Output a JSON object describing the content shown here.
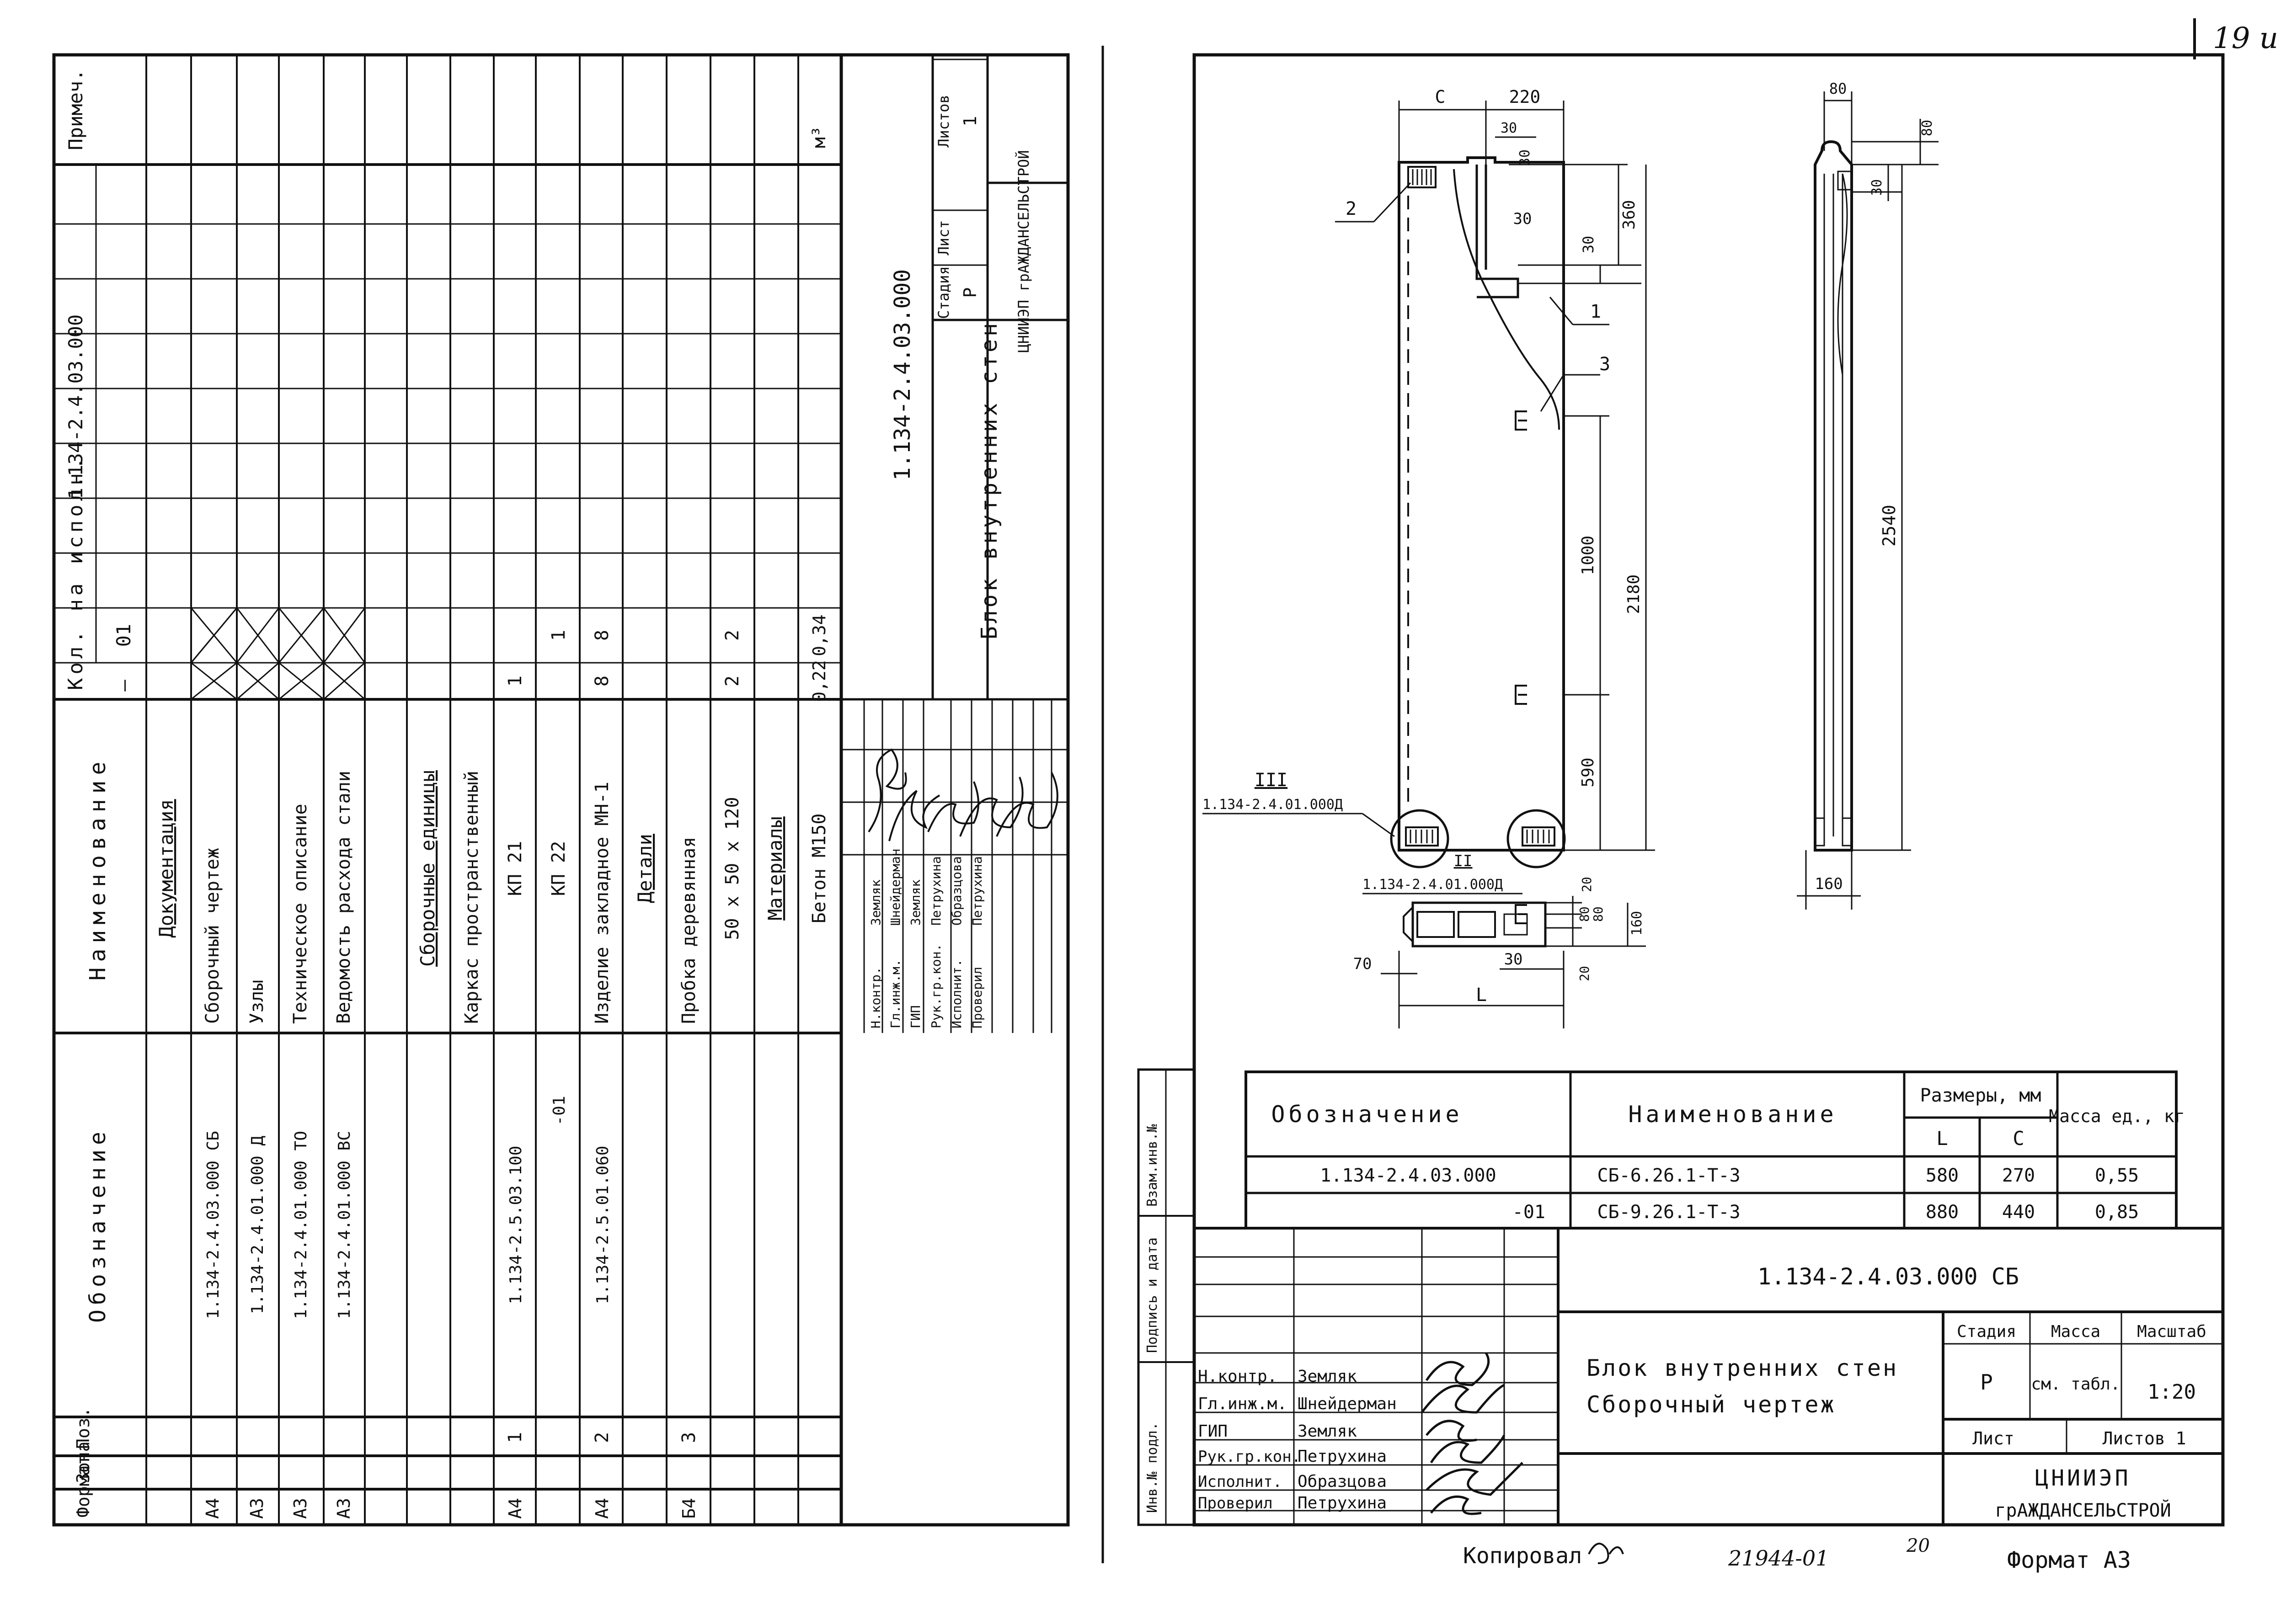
{
  "page_no": "19 u",
  "left_sheet": {
    "headers": {
      "format": "Формат",
      "zone": "Зона",
      "pos": "Поз.",
      "designation": "Обозначение",
      "name": "Наименование",
      "qty_title": "Кол. на исполн.",
      "qty_dash": "—",
      "qty_01": "01",
      "qty_code": "1.134-2.4.03.000",
      "note": "Примеч."
    },
    "rows": [
      {
        "fmt": "",
        "pos": "",
        "des": "",
        "name": "Документация",
        "q0": "",
        "q1": ""
      },
      {
        "fmt": "А4",
        "pos": "",
        "des": "1.134-2.4.03.000 СБ",
        "name": "Сборочный чертеж",
        "q0": "",
        "q1": ""
      },
      {
        "fmt": "А3",
        "pos": "",
        "des": "1.134-2.4.01.000 Д",
        "name": "Узлы",
        "q0": "",
        "q1": ""
      },
      {
        "fmt": "А3",
        "pos": "",
        "des": "1.134-2.4.01.000 ТО",
        "name": "Техническое описание",
        "q0": "",
        "q1": ""
      },
      {
        "fmt": "А3",
        "pos": "",
        "des": "1.134-2.4.01.000 ВС",
        "name": "Ведомость расхода стали",
        "q0": "",
        "q1": ""
      },
      {
        "fmt": "",
        "pos": "",
        "des": "",
        "name": "",
        "q0": "",
        "q1": ""
      },
      {
        "fmt": "",
        "pos": "",
        "des": "",
        "name": "Сборочные единицы",
        "q0": "",
        "q1": ""
      },
      {
        "fmt": "",
        "pos": "",
        "des": "",
        "name": "Каркас пространственный",
        "q0": "",
        "q1": ""
      },
      {
        "fmt": "А4",
        "pos": "1",
        "des": "1.134-2.5.03.100",
        "name": "КП 21",
        "q0": "1",
        "q1": ""
      },
      {
        "fmt": "",
        "pos": "",
        "des": "-01",
        "name": "КП 22",
        "q0": "",
        "q1": "1"
      },
      {
        "fmt": "А4",
        "pos": "2",
        "des": "1.134-2.5.01.060",
        "name": "Изделие закладное МН-1",
        "q0": "8",
        "q1": "8"
      },
      {
        "fmt": "",
        "pos": "",
        "des": "",
        "name": "Детали",
        "q0": "",
        "q1": ""
      },
      {
        "fmt": "Б4",
        "pos": "3",
        "des": "",
        "name": "Пробка деревянная",
        "q0": "",
        "q1": ""
      },
      {
        "fmt": "",
        "pos": "",
        "des": "",
        "name": "50 х 50 х 120",
        "q0": "2",
        "q1": "2"
      },
      {
        "fmt": "",
        "pos": "",
        "des": "",
        "name": "Материалы",
        "q0": "",
        "q1": ""
      },
      {
        "fmt": "",
        "pos": "",
        "des": "",
        "name": "Бетон М150",
        "q0": "0,22",
        "q1": "0,34",
        "note": "м³"
      }
    ],
    "title_code": "1.134-2.4.03.000",
    "title_name": "Блок внутренних стен",
    "stage_labels": [
      "Стадия",
      "Лист",
      "Листов"
    ],
    "stage_values": [
      "Р",
      "",
      "1"
    ],
    "org": "ЦНИИЭП грАЖДАНСЕЛЬСТРОЙ",
    "signers": [
      [
        "Н.контр.",
        "Земляк"
      ],
      [
        "Гл.инж.м.",
        "Шнейдерман"
      ],
      [
        "ГИП",
        "Земляк"
      ],
      [
        "Рук.гр.кон.",
        "Петрухина"
      ],
      [
        "Исполнит.",
        "Образцова"
      ],
      [
        "Проверил",
        "Петрухина"
      ]
    ]
  },
  "drawing": {
    "dims": {
      "c": "С",
      "d220": "220",
      "d30a": "30",
      "d30b": "30",
      "d30c": "30",
      "d360": "360",
      "d30d": "30",
      "d1000": "1000",
      "d2180": "2180",
      "d590": "590",
      "d20": "20",
      "dL": "L",
      "d70": "70",
      "d30e": "30",
      "d80a": "80",
      "d80b": "80",
      "d160": "160",
      "d20b": "20",
      "s80a": "80",
      "s80b": "80",
      "s30": "30",
      "s2540": "2540",
      "s160": "160"
    },
    "callouts": [
      "1",
      "2",
      "3"
    ],
    "node3_mark": "III",
    "node3_ref": "1.134-2.4.01.000Д",
    "node2_mark": "II",
    "node2_ref": "1.134-2.4.01.000Д"
  },
  "spec": {
    "col_designation": "Обозначение",
    "col_name": "Наименование",
    "col_sizes": "Размеры, мм",
    "col_L": "L",
    "col_C": "С",
    "col_mass": "Масса ед., кг",
    "rows": [
      {
        "des": "1.134-2.4.03.000",
        "name": "СБ-6.26.1-Т-3",
        "L": "580",
        "C": "270",
        "mass": "0,55"
      },
      {
        "des": "-01",
        "name": "СБ-9.26.1-Т-3",
        "L": "880",
        "C": "440",
        "mass": "0,85"
      }
    ]
  },
  "title_block": {
    "code": "1.134-2.4.03.000 СБ",
    "name_line1": "Блок внутренних стен",
    "name_line2": "Сборочный чертеж",
    "stage_label": "Стадия",
    "mass_label": "Масса",
    "scale_label": "Масштаб",
    "stage": "Р",
    "mass": "см. табл.",
    "scale": "1:20",
    "sheet_label": "Лист",
    "sheets_label": "Листов 1",
    "org_line1": "ЦНИИЭП",
    "org_line2": "грАЖДАНСЕЛЬСТРОЙ",
    "signers": [
      [
        "Н.контр.",
        "Земляк"
      ],
      [
        "Гл.инж.м.",
        "Шнейдерман"
      ],
      [
        "ГИП",
        "Земляк"
      ],
      [
        "Рук.гр.кон.",
        "Петрухина"
      ],
      [
        "Исполнит.",
        "Образцова"
      ],
      [
        "Проверил",
        "Петрухина"
      ]
    ],
    "side_labels": [
      "Инв.№ подл.",
      "Подпись и дата",
      "Взам.инв.№"
    ]
  },
  "footer": {
    "copied": "Копировал",
    "number": "21944-01",
    "page": "20",
    "format": "Формат А3"
  }
}
